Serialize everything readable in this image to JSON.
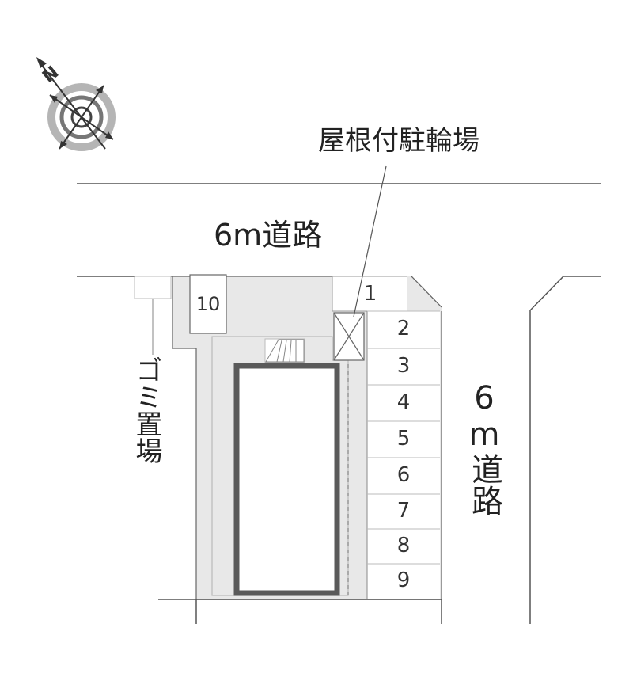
{
  "labels": {
    "road_top": "6m道路",
    "road_right": "6m道路",
    "bicycle_parking": "屋根付駐輪場",
    "garbage_area": "ゴミ置場",
    "compass_letter": "N"
  },
  "parking_slots": [
    "1",
    "2",
    "3",
    "4",
    "5",
    "6",
    "7",
    "8",
    "9",
    "10"
  ],
  "colors": {
    "line": "#555555",
    "lot_fill": "#e8e8e8",
    "building_outline": "#5a5a5a",
    "text": "#222222"
  }
}
